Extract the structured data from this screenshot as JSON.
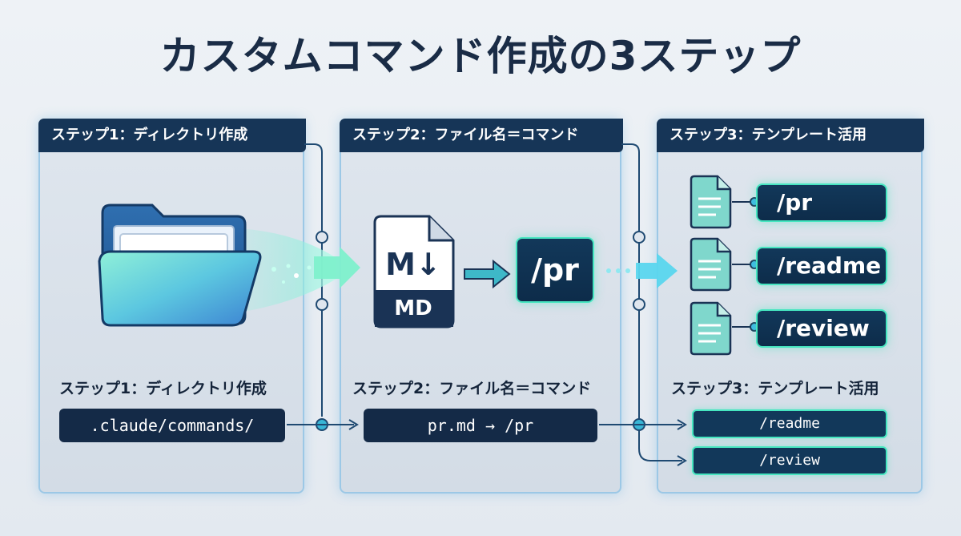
{
  "title": "カスタムコマンド作成の3ステップ",
  "colors": {
    "header_bg": "#163557",
    "accent_teal": "#46e6c0",
    "accent_blue": "#3fb7e6",
    "panel_bg": "#d9e1ea"
  },
  "steps": [
    {
      "header": "ステップ1：ディレクトリ作成",
      "caption": "ステップ1：ディレクトリ作成",
      "code": ".claude/commands/",
      "icon": "folder-icon"
    },
    {
      "header": "ステップ2：ファイル名＝コマンド",
      "caption": "ステップ2：ファイル名＝コマンド",
      "code": "pr.md → /pr",
      "file_icon_symbol": "M↓",
      "file_icon_label": "MD",
      "command": "/pr"
    },
    {
      "header": "ステップ3：テンプレート活用",
      "caption": "ステップ3：テンプレート活用",
      "commands": [
        "/pr",
        "/readme",
        "/review"
      ],
      "outputs": [
        "/readme",
        "/review"
      ]
    }
  ]
}
